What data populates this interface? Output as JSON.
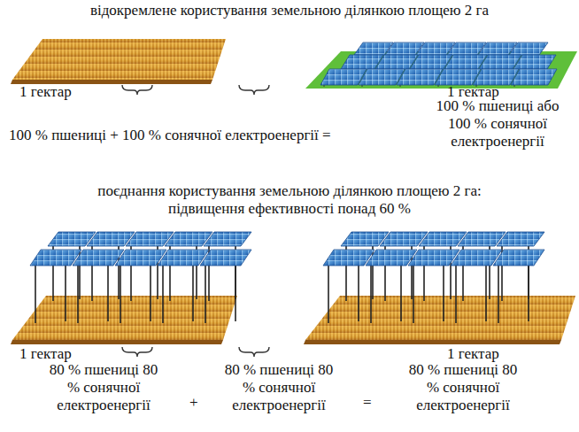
{
  "diagram": {
    "title": "відокремлене користування земельною ділянкою площею 2 га",
    "labels": [
      "1 гектар",
      "1 гектар",
      "100 % пшениці + 100 % сонячної електроенергії =",
      "100 % пшениці або 100 % сонячної електроенергії",
      "поєднання користування земельною ділянкою площею 2 га: підвищення ефективності понад 60 %",
      "1 гектар",
      "1 гектар",
      "80 % пшениці 80 % сонячної електроенергії",
      "80 % пшениці 80 % сонячної електроенергії",
      "80 % пшениці 80 % сонячної електроенергії",
      "+",
      "="
    ]
  }
}
